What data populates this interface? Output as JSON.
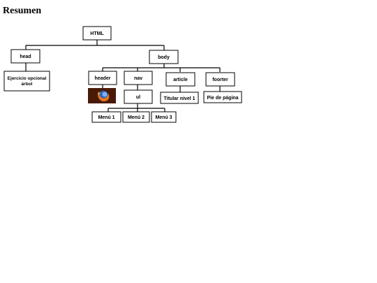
{
  "page": {
    "title": "Resumen"
  },
  "nodes": {
    "html": "HTML",
    "head": "head",
    "body": "body",
    "head_child_line1": "Ejercicio opcional",
    "head_child_line2": "árbol",
    "header": "header",
    "nav": "nav",
    "article": "article",
    "footer": "foorter",
    "ul": "ul",
    "article_child": "Titular nivel 1",
    "footer_child": "Pie de página",
    "menu1": "Menú 1",
    "menu2": "Menú 2",
    "menu3": "Menú 3"
  },
  "icons": {
    "header_image": "firefox-logo-icon"
  },
  "colors": {
    "image_bg": "#3a1208",
    "fox": "#e8761a",
    "globe": "#2a66c8"
  }
}
